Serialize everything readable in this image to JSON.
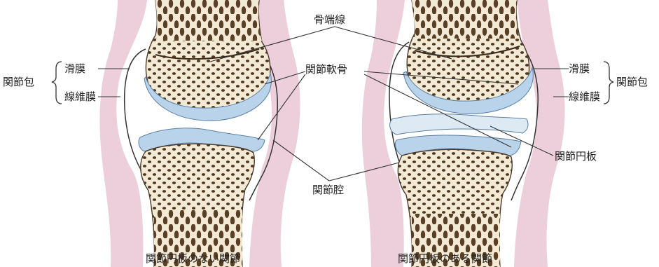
{
  "labels": {
    "epiphyseal_line": "骨端線",
    "articular_cartilage": "関節軟骨",
    "synovial_membrane_left": "滑膜",
    "fibrous_membrane_left": "線維膜",
    "joint_capsule_left": "関節包",
    "synovial_membrane_right": "滑膜",
    "fibrous_membrane_right": "線維膜",
    "joint_capsule_right": "関節包",
    "articular_disc": "関節円板",
    "joint_cavity": "関節腔"
  },
  "captions": {
    "left": "関節円板のない関節",
    "right": "関節円板のある関節"
  },
  "colors": {
    "capsule": "#eccfda",
    "cartilage": "#b9d3ea",
    "disc": "#dde9f3",
    "bone_dark": "#5a3f25",
    "spongy_bg": "#f2e8d4",
    "cavity": "#ffffff"
  }
}
